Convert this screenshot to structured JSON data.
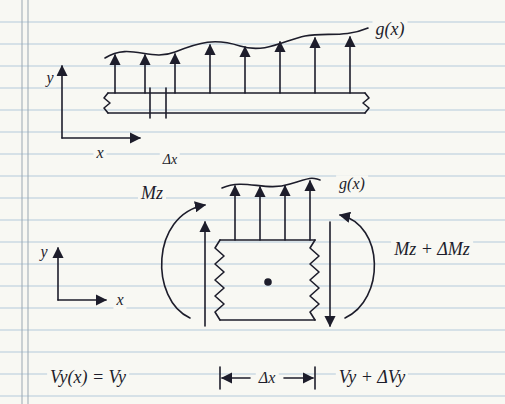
{
  "diagram": {
    "labels": [
      "g(x)",
      "y",
      "x",
      "Δx",
      "g(x)",
      "Mz",
      "Mz + ΔMz",
      "y",
      "x",
      "Vy(x) = Vy",
      "Δx",
      "Vy + ΔVy"
    ]
  }
}
